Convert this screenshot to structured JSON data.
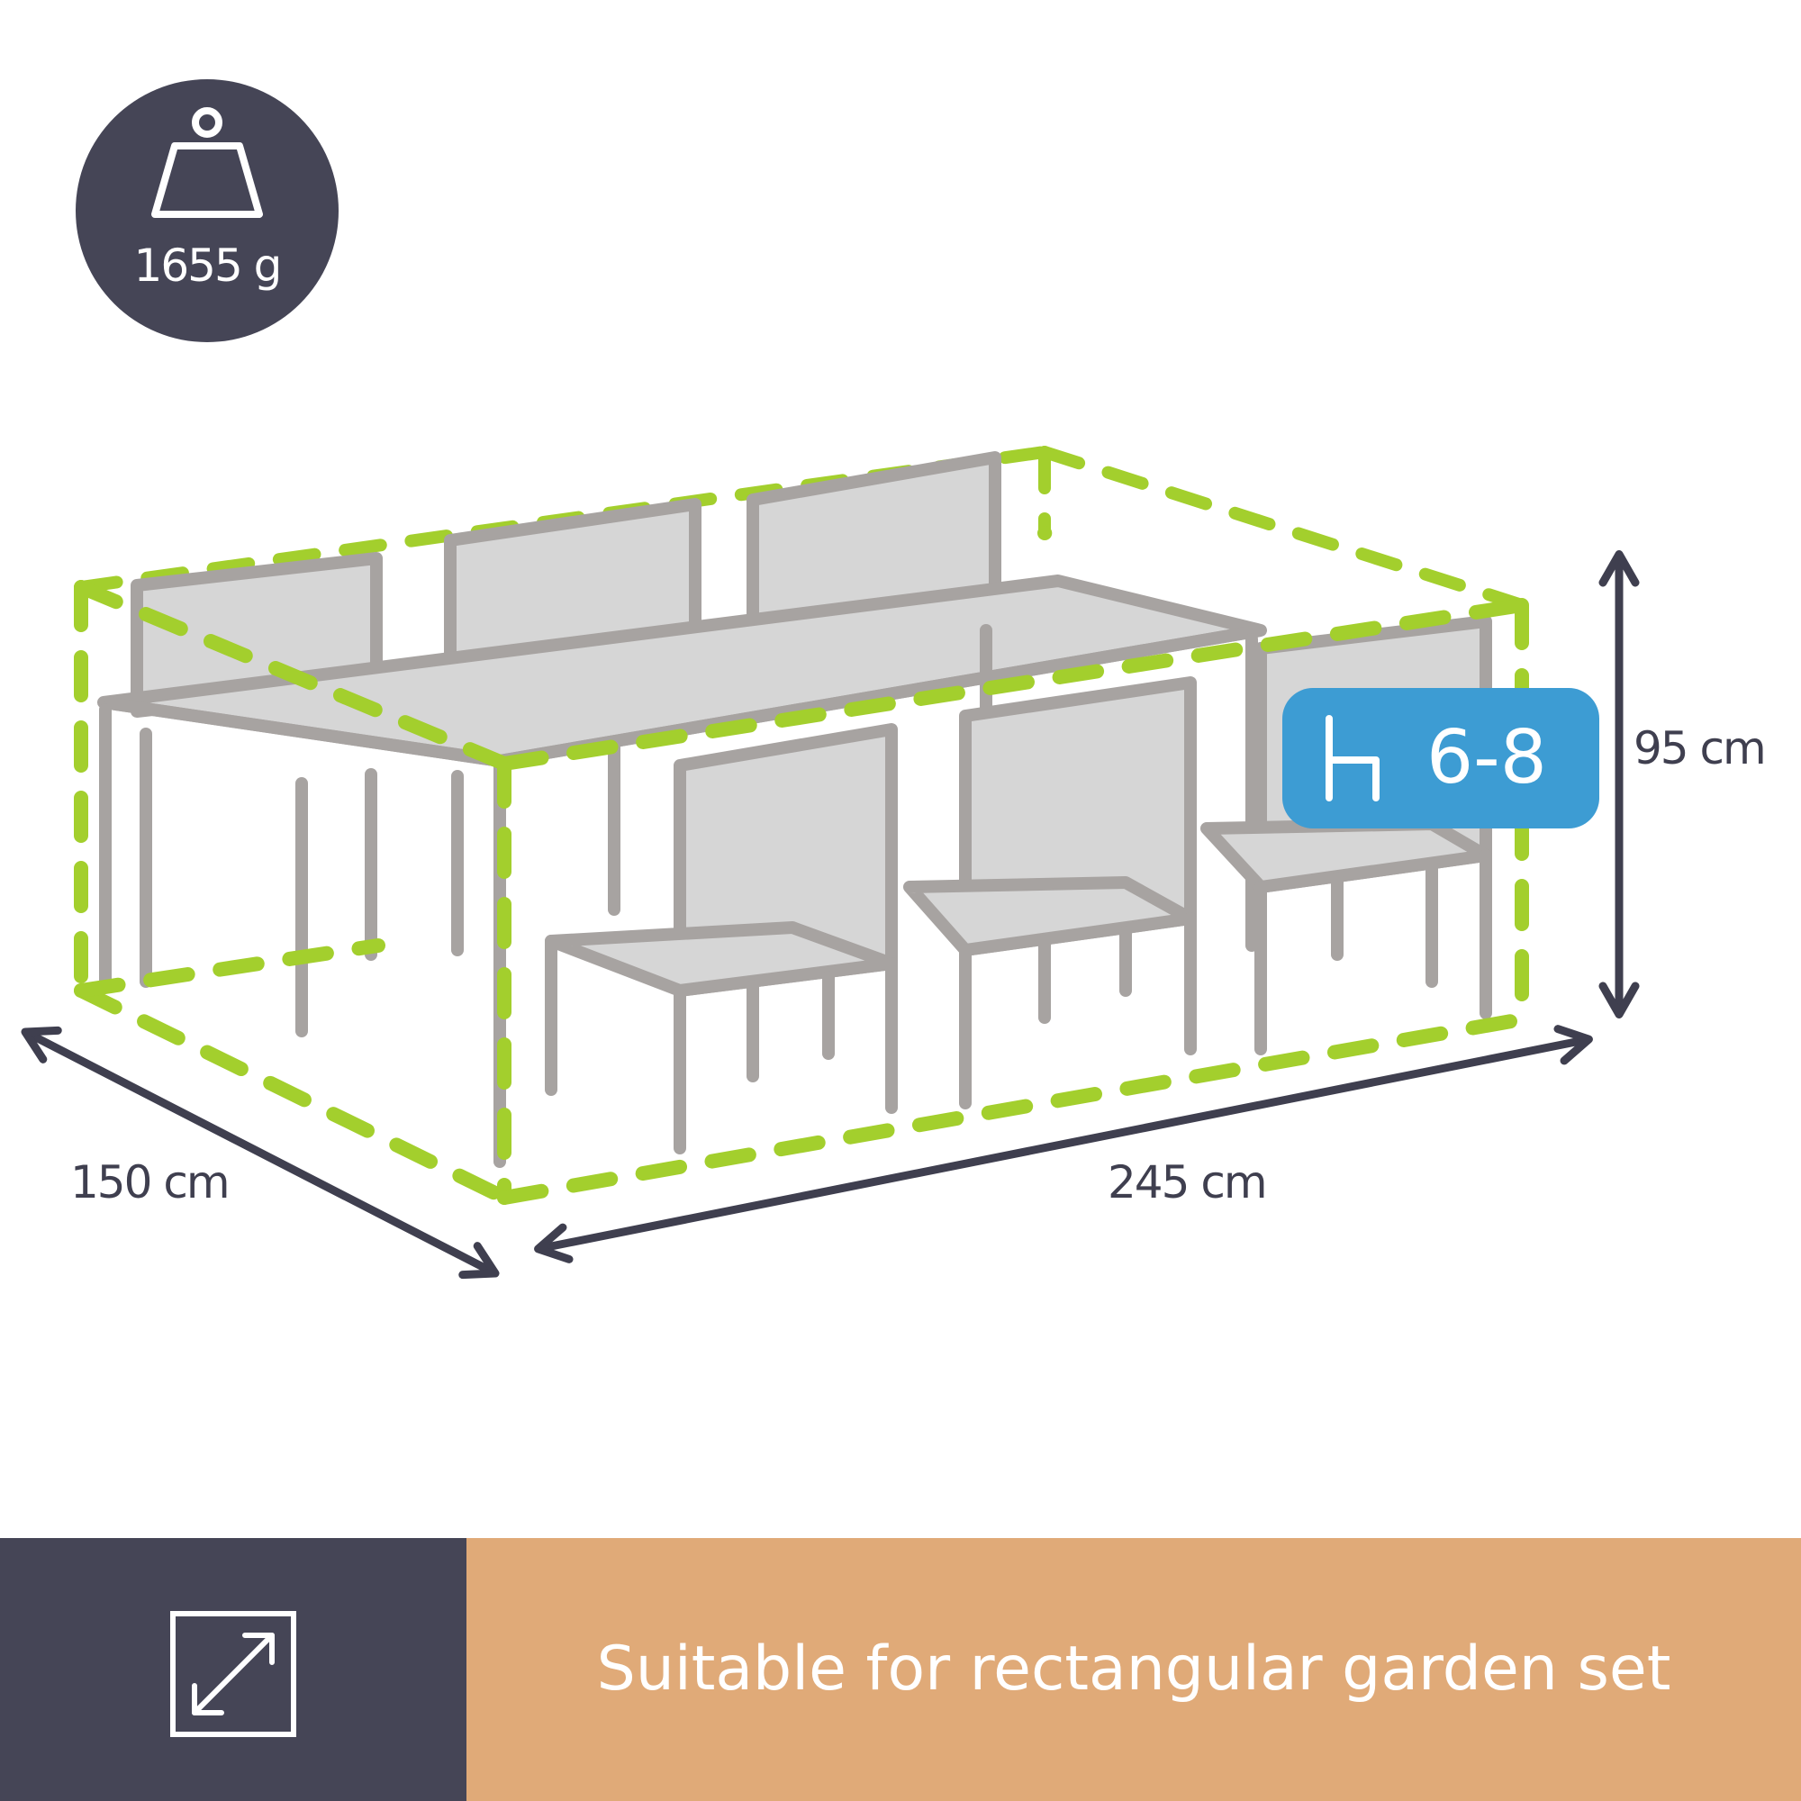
{
  "weight": {
    "value": "1655 g",
    "icon": "weight-icon"
  },
  "dimensions": {
    "depth": "150 cm",
    "width": "245 cm",
    "height": "95 cm"
  },
  "seats": {
    "range": "6-8",
    "icon": "chair-icon"
  },
  "footer": {
    "text": "Suitable for  rectangular garden set",
    "icon": "diagonal-resize-icon"
  },
  "colors": {
    "dark": "#454556",
    "outline_green": "#a3cf2d",
    "furniture_gray": "#a7a3a1",
    "furniture_fill": "#d6d6d6",
    "badge_blue": "#3d9cd3",
    "footer_orange": "#e0aa78",
    "arrow": "#3f3f4f"
  }
}
